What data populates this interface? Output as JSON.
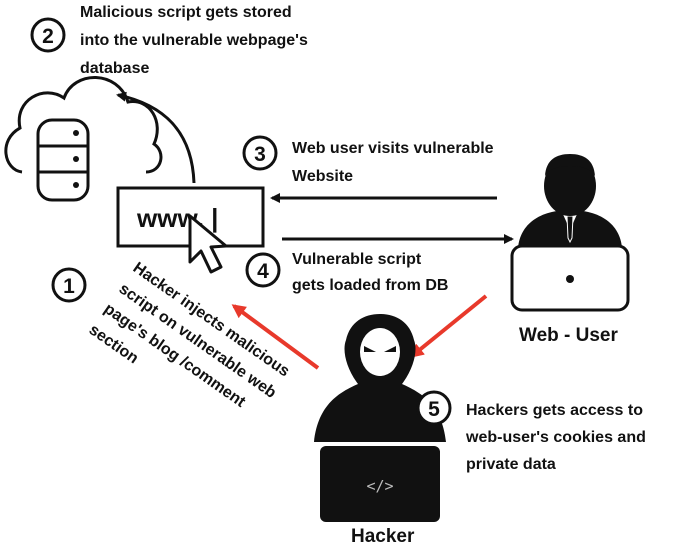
{
  "steps": [
    {
      "number": "1",
      "lines": [
        "Hacker injects malicious",
        "script on vulnerable web",
        "page's blog /comment",
        "section"
      ]
    },
    {
      "number": "2",
      "lines": [
        "Malicious script gets stored",
        "into the vulnerable webpage's",
        "database"
      ]
    },
    {
      "number": "3",
      "lines": [
        "Web user visits vulnerable",
        "Website"
      ]
    },
    {
      "number": "4",
      "lines": [
        "Vulnerable script",
        "gets loaded from DB"
      ]
    },
    {
      "number": "5",
      "lines": [
        "Hackers gets access to",
        "web-user's cookies and",
        "private data"
      ]
    }
  ],
  "browser_text": "www. |",
  "laptop_code_symbol": "</>",
  "actors": {
    "web_user": "Web - User",
    "hacker": "Hacker"
  },
  "colors": {
    "ink": "#111111",
    "arrow_red": "#e8392b",
    "background": "#ffffff"
  },
  "icons": [
    "cloud-database-icon",
    "browser-window-icon",
    "mouse-pointer-icon",
    "web-user-icon",
    "laptop-icon",
    "hacker-icon"
  ]
}
